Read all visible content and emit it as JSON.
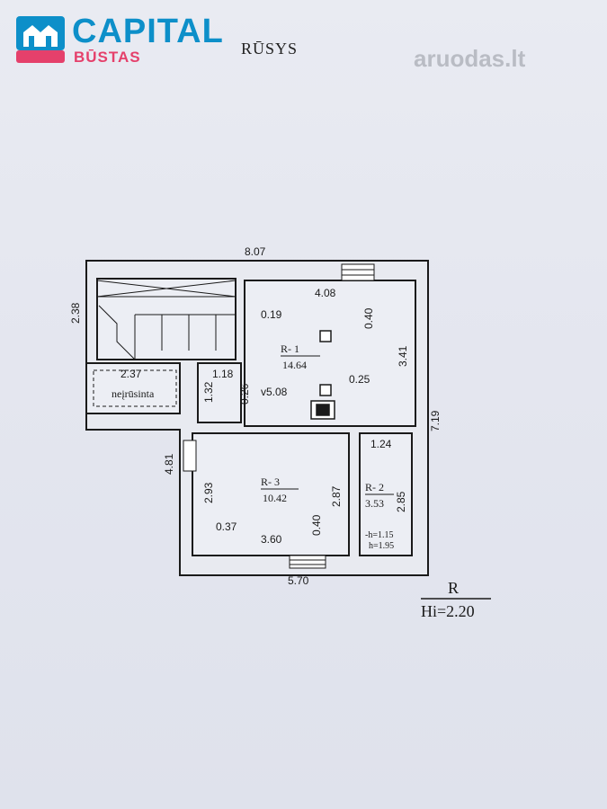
{
  "header": {
    "logo_name": "CAPITAL",
    "logo_sub": "BŪSTAS",
    "title": "RŪSYS",
    "watermark": "aruodas.lt"
  },
  "dimensions": {
    "top_width": "8.07",
    "left_height": "2.38",
    "r1_width": "4.08",
    "r1_gap": "0.40",
    "r1_height": "3.41",
    "stair_gap": "0.19",
    "storage_width": "2.37",
    "small_width": "1.18",
    "small_height": "1.32",
    "small_depth": "0.26",
    "r1_offset": "0.25",
    "right_height": "7.19",
    "r3_left_height": "4.81",
    "r3_height": "2.93",
    "r3_door_gap": "0.40",
    "r3_right_height": "2.87",
    "r3_gap": "0.37",
    "r3_width": "3.60",
    "bottom_width": "5.70",
    "r2_width": "1.24",
    "r2_height": "2.85"
  },
  "rooms": {
    "r1_name": "R- 1",
    "r1_area": "14.64",
    "r1_vent": "v5.08",
    "r2_name": "R- 2",
    "r2_area": "3.53",
    "r2_h1": "-h=1.15",
    "r2_h2": "h=1.95",
    "r3_name": "R- 3",
    "r3_area": "10.42",
    "unfinished": "neįrūsinta"
  },
  "legend": {
    "label": "R",
    "height": "Hi=2.20"
  },
  "colors": {
    "logo_blue": "#0d8fc9",
    "logo_pink": "#e5406b",
    "wall": "#1a1a1a"
  }
}
